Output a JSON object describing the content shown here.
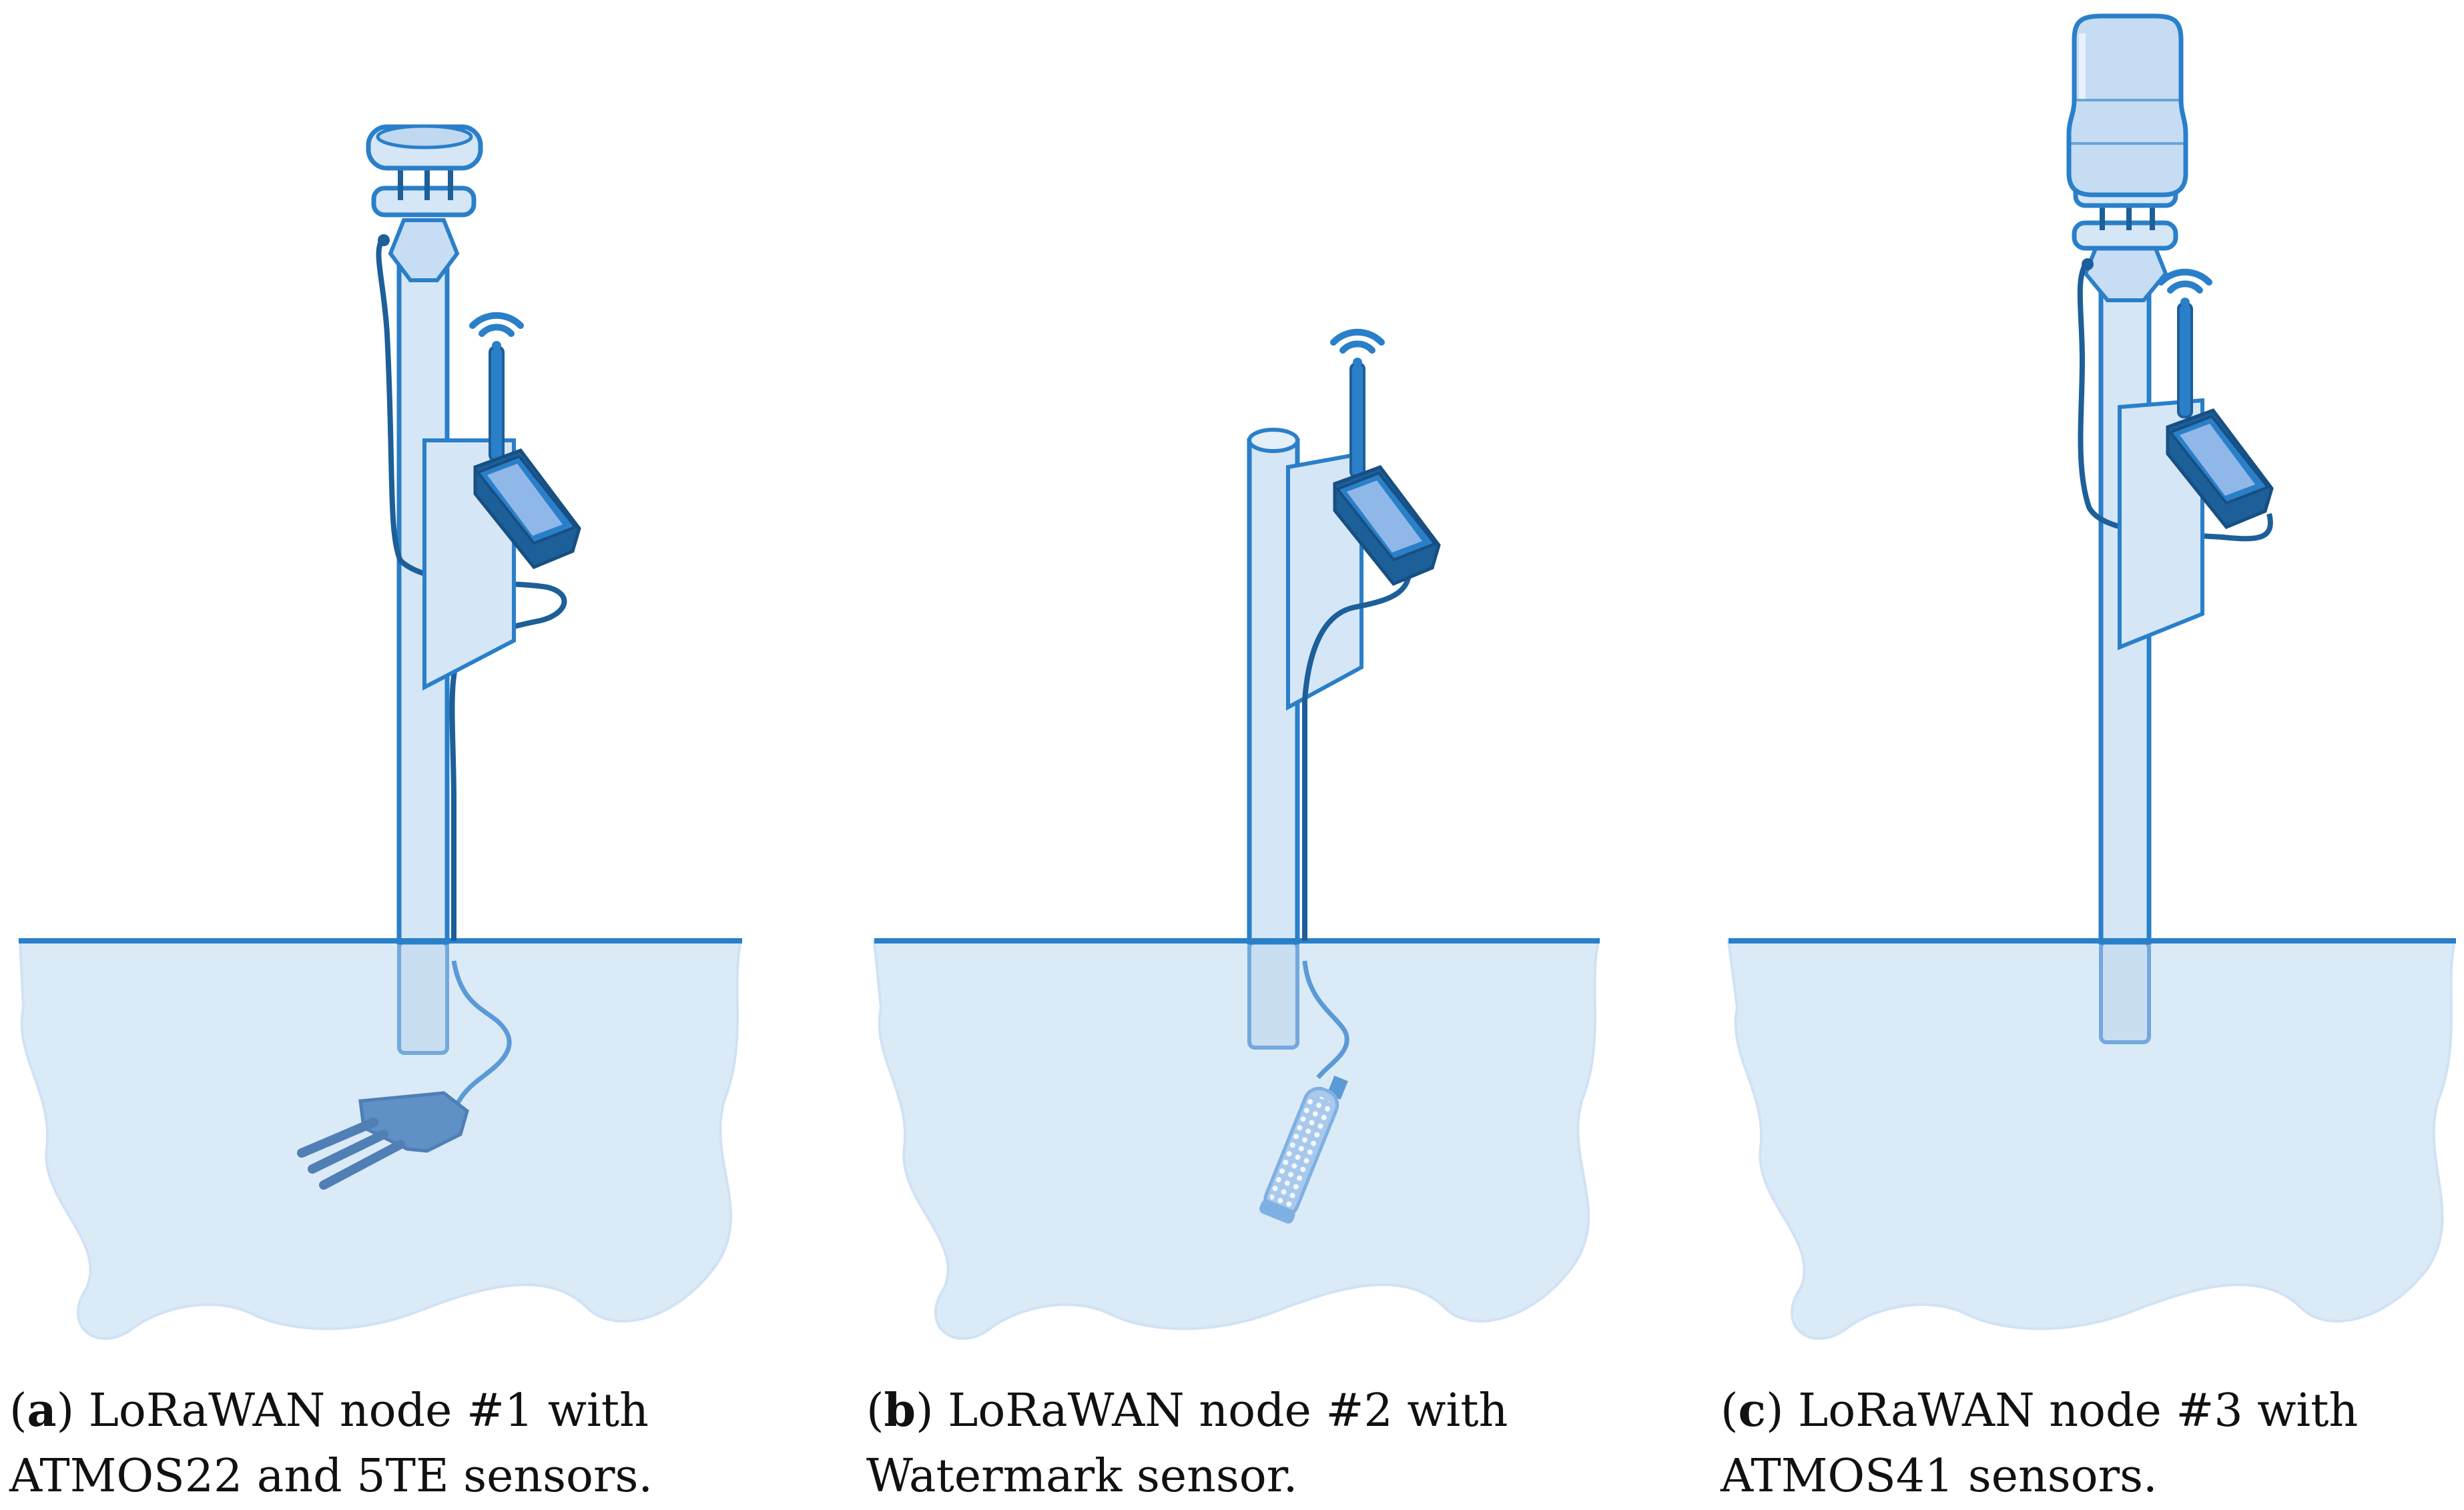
{
  "colors": {
    "outline": "#2a7fc9",
    "dark_blue": "#1d5f99",
    "pole_fill": "#d5e6f6",
    "soil_fill": "#dbeaf7",
    "device_screen": "#8fb8e8",
    "ground_line": "#2a7fc9"
  },
  "icons": [
    "wifi-signal-icon",
    "antenna-icon",
    "lorawan-device-icon",
    "weather-station-icon",
    "soil-probe-icon",
    "watermark-sensor-icon"
  ],
  "panels": [
    {
      "id": "a",
      "letter": "a",
      "line1_rest": "LoRaWAN node #1 with",
      "line2": "ATMOS22 and 5TE sensors."
    },
    {
      "id": "b",
      "letter": "b",
      "line1_rest": "LoRaWAN node #2 with",
      "line2": "Watermark sensor."
    },
    {
      "id": "c",
      "letter": "c",
      "line1_rest": "LoRaWAN node #3 with",
      "line2": "ATMOS41 sensors."
    }
  ]
}
